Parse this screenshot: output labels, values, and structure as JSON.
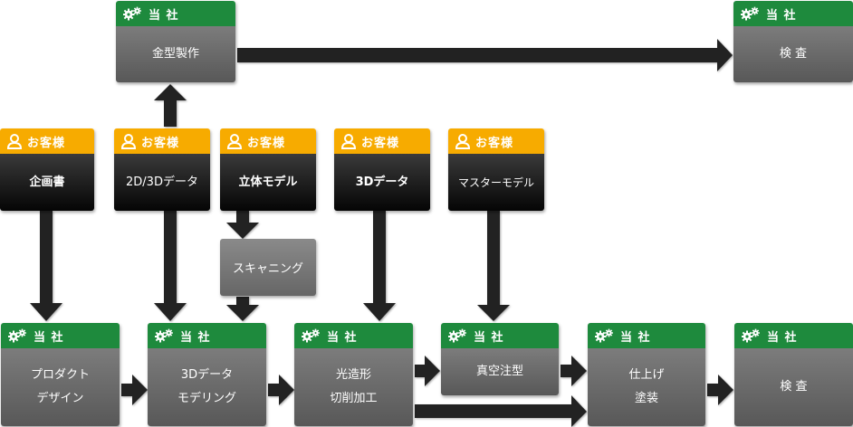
{
  "labels": {
    "us": "当 社",
    "customer": "お客様"
  },
  "colors": {
    "us_header": "#1e8a3d",
    "customer_header": "#f7ab00",
    "arrow": "#222222"
  },
  "icons": {
    "us": "gears-icon",
    "customer": "person-icon"
  },
  "nodes": {
    "mold_making": "金型製作",
    "inspection_top": "検 査",
    "proposal": "企画書",
    "data_2d3d": "2D/3Dデータ",
    "physical_model": "立体モデル",
    "data_3d": "3Dデータ",
    "master_model": "マスターモデル",
    "scanning": "スキャニング",
    "product_design": [
      "プロダクト",
      "デザイン"
    ],
    "modeling_3d": [
      "3Dデータ",
      "モデリング"
    ],
    "stereolithography": [
      "光造形",
      "切削加工"
    ],
    "vacuum_casting": "真空注型",
    "finishing": [
      "仕上げ",
      "塗装"
    ],
    "inspection_bottom": "検 査"
  }
}
